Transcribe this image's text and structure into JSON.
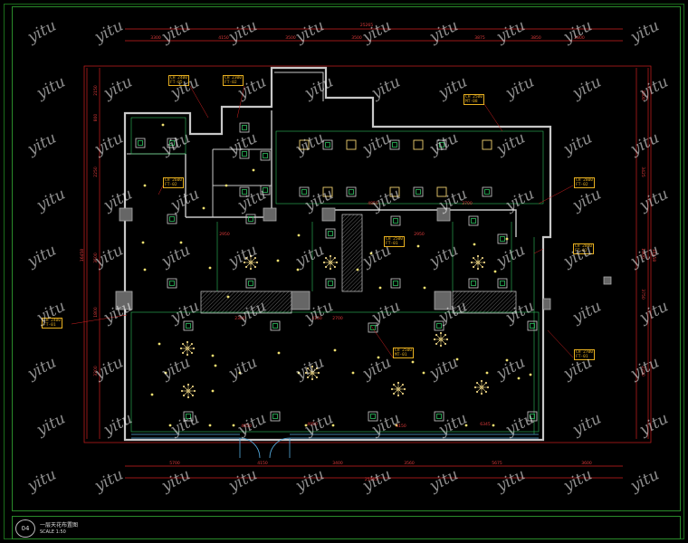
{
  "drawing": {
    "top_total": "25265",
    "top_segments": [
      "3300",
      "4150",
      "3500",
      "3500",
      "3875",
      "3850",
      "2800"
    ],
    "bottom_total": "25465",
    "bottom_segments": [
      "5700",
      "4150",
      "3400",
      "3560",
      "5675",
      "3600"
    ],
    "left_total": "16458",
    "left_segments": [
      "2150",
      "800",
      "2250",
      "3500",
      "1800",
      "3200"
    ],
    "right_total": "16458",
    "right_segments": [
      "3500",
      "3425",
      "1800",
      "3750",
      "2250"
    ],
    "interior_dims": [
      "4850",
      "3700",
      "2300",
      "4150",
      "2700",
      "4850",
      "4150",
      "2950",
      "2950",
      "4950",
      "6345"
    ],
    "ceiling_tags": [
      {
        "code": "CH 2400",
        "sub": "FT-05"
      },
      {
        "code": "CH 2300",
        "sub": "FT-02"
      },
      {
        "code": "CH 2500",
        "sub": "MT-08"
      },
      {
        "code": "CH 2800",
        "sub": "FT-02"
      },
      {
        "code": "CH 2600",
        "sub": "FT-02"
      },
      {
        "code": "CH 2500",
        "sub": "FT-01"
      },
      {
        "code": "CH 2800",
        "sub": "FT-02"
      },
      {
        "code": "CH 2500",
        "sub": "MT-01"
      },
      {
        "code": "CH 2700",
        "sub": "FT-01"
      }
    ]
  },
  "title_block": {
    "sheet_no": "04",
    "title": "一层天花布置图",
    "scale": "SCALE 1:50"
  },
  "watermark": "yitu"
}
